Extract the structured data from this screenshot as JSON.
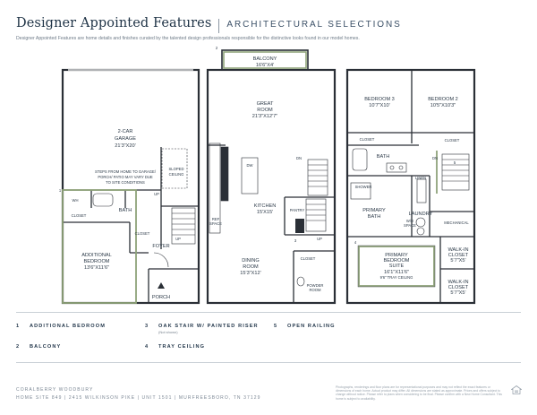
{
  "header": {
    "title": "Designer Appointed Features",
    "subtitle": "ARCHITECTURAL SELECTIONS",
    "intro": "Designer Appointed Features are home details and finishes curated by the talented design professionals responsible for the distinctive looks found in our model homes."
  },
  "plan": {
    "level1": {
      "garage_name": "2-CAR",
      "garage_name2": "GARAGE",
      "garage_dims": "21'3\"X20'",
      "steps_note": [
        "STEPS FROM HOME TO GARAGE/",
        "PORCH/ PATIO MAY VARY DUE",
        "TO SITE CONDITIONS"
      ],
      "sloped_ceiling": [
        "SLOPED",
        "CEILING"
      ],
      "up_1": "UP",
      "up_2": "UP",
      "closet": "CLOSET",
      "bath": "BATH",
      "wh": "WH",
      "bedroom_name": [
        "ADDITIONAL",
        "BEDROOM"
      ],
      "bedroom_dims": "13'6\"X11'6\"",
      "foyer": "FOYER",
      "porch": "PORCH",
      "callout_1": "1"
    },
    "level2": {
      "balcony": "BALCONY",
      "balcony_dims": "16'6\"X4'",
      "callout_2": "2",
      "great_room": [
        "GREAT",
        "ROOM"
      ],
      "great_room_dims": "21'3\"X12'7\"",
      "dw": "DW",
      "kitchen": "KITCHEN",
      "kitchen_dims": "15'X15'",
      "refsp": [
        "REF",
        "SPACE"
      ],
      "pantry": "PANTRY",
      "dn": "DN",
      "up": "UP",
      "dining": [
        "DINING",
        "ROOM"
      ],
      "dining_dims": "15'3\"X12'",
      "closet": "CLOSET",
      "powder": [
        "POWDER",
        "ROOM"
      ],
      "callout_3": "3"
    },
    "level3": {
      "bedroom3": "BEDROOM 3",
      "bedroom3_dims": "10'7\"X10'",
      "bedroom2": "BEDROOM 2",
      "bedroom2_dims": "10'5\"X10'3\"",
      "closet_a": "CLOSET",
      "closet_b": "CLOSET",
      "bath": "BATH",
      "dn": "DN",
      "callout_5": "5",
      "shower": "SHOWER",
      "linen": "LINEN",
      "primary_bath": [
        "PRIMARY",
        "BATH"
      ],
      "laundry": "LAUNDRY",
      "wd_space": [
        "W/D",
        "SPACE"
      ],
      "mechanical": "MECHANICAL",
      "walkin1": [
        "WALK-IN",
        "CLOSET"
      ],
      "walkin1_dims": "5'7\"X5'",
      "walkin2": [
        "WALK-IN",
        "CLOSET"
      ],
      "walkin2_dims": "5'7\"X5'",
      "primary_bed": [
        "PRIMARY",
        "BEDROOM",
        "SUITE"
      ],
      "primary_bed_dims": "16'1\"X11'6\"",
      "tray": "9'6\" TRAY CEILING",
      "callout_4": "4"
    }
  },
  "legend": [
    {
      "num": "1",
      "label": "ADDITIONAL BEDROOM",
      "note": ""
    },
    {
      "num": "2",
      "label": "BALCONY",
      "note": ""
    },
    {
      "num": "3",
      "label": "OAK STAIR W/ PAINTED RISER",
      "note": "(Not shown)"
    },
    {
      "num": "4",
      "label": "TRAY CEILING",
      "note": ""
    },
    {
      "num": "5",
      "label": "OPEN RAILING",
      "note": ""
    }
  ],
  "footer": {
    "line1": "CORALBERRY WOODBURY",
    "line2": "HOME SITE 849  |  2415 WILKINSON PIKE  |  UNIT 1501  |  MURFREESBORO, TN 37129",
    "disclaimer": "Photographs, renderings and floor plans are for representational purposes and may not reflect the exact features or dimensions of each home. Actual product may differ. All dimensions are stated as approximate. Prices and offers subject to change without notice. Please refer to plans when considering to be final. Please confirm with a New Home Consultant. This home is subject to availability."
  },
  "colors": {
    "accent_green": "#8fa37a",
    "text_navy": "#1f3346",
    "wall": "#2a2f36"
  }
}
